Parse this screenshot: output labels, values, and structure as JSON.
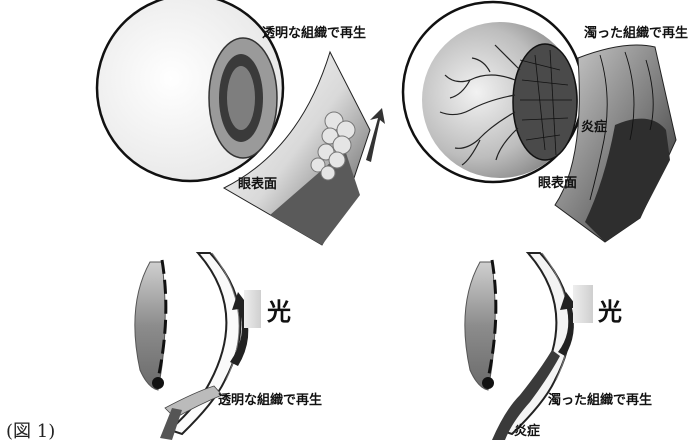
{
  "labels": {
    "top_left_regen": "透明な組織で再生",
    "top_left_surface": "眼表面",
    "top_right_regen": "濁った組織で再生",
    "top_right_inflammation": "炎症",
    "top_right_surface": "眼表面",
    "bottom_left_light": "光",
    "bottom_left_regen": "透明な組織で再生",
    "bottom_right_light": "光",
    "bottom_right_regen": "濁った組織で再生",
    "bottom_right_inflammation": "炎症"
  },
  "caption": "(図 1)"
}
